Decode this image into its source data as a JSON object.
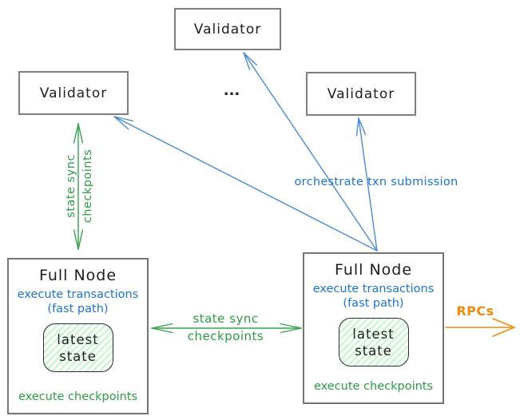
{
  "diagram": {
    "validators": {
      "top": {
        "label": "Validator"
      },
      "left": {
        "label": "Validator"
      },
      "right": {
        "label": "Validator"
      },
      "ellipsis": "..."
    },
    "full_node_left": {
      "title": "Full Node",
      "execute_transactions": "execute transactions",
      "fast_path": "(fast path)",
      "latest_line1": "latest",
      "latest_line2": "state",
      "execute_checkpoints": "execute checkpoints"
    },
    "full_node_right": {
      "title": "Full Node",
      "execute_transactions": "execute transactions",
      "fast_path": "(fast path)",
      "latest_line1": "latest",
      "latest_line2": "state",
      "execute_checkpoints": "execute checkpoints"
    },
    "labels": {
      "state_sync_vertical_line1": "state sync",
      "state_sync_vertical_line2": "checkpoints",
      "state_sync_horizontal_line1": "state sync",
      "state_sync_horizontal_line2": "checkpoints",
      "orchestrate": "orchestrate txn submission",
      "rpcs": "RPCs"
    },
    "colors": {
      "blue_text": "#1c74cb",
      "blue_arrow": "#4a8bd4",
      "green": "#2b9c44",
      "orange": "#ef8b0c",
      "black": "#1e1e1e",
      "box_border_gray": "#7e7e7e",
      "state_fill_green": "#b2f2bb"
    }
  }
}
